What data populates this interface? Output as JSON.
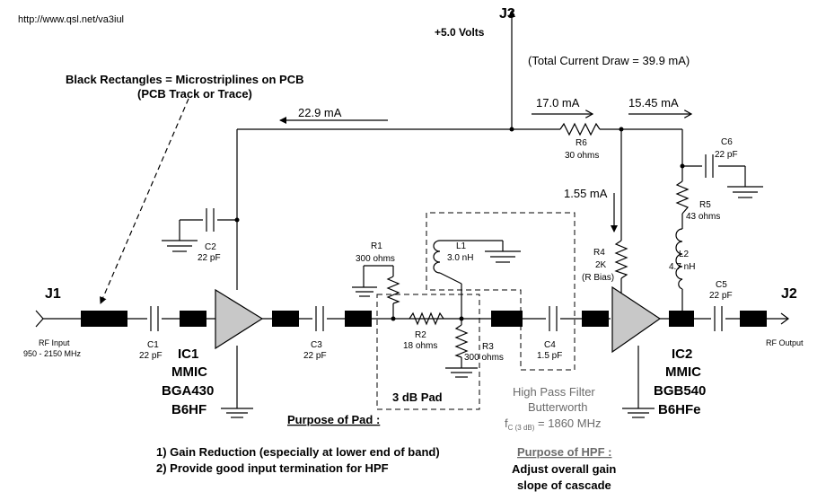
{
  "url": "http://www.qsl.net/va3iul",
  "j3": {
    "label": "J3",
    "voltage": "+5.0 Volts"
  },
  "total_current": "(Total Current Draw = 39.9 mA)",
  "legend": {
    "line1": "Black Rectangles = Microstriplines on PCB",
    "line2": "(PCB Track or Trace)"
  },
  "currents": {
    "ic1": "22.9 mA",
    "r6": "17.0 mA",
    "c6": "15.45 mA",
    "r4": "1.55 mA"
  },
  "j1": {
    "label": "J1",
    "desc1": "RF Input",
    "desc2": "950 - 2150 MHz"
  },
  "j2": {
    "label": "J2",
    "desc": "RF Output"
  },
  "parts": {
    "c1": {
      "name": "C1",
      "value": "22 pF"
    },
    "c2": {
      "name": "C2",
      "value": "22 pF"
    },
    "c3": {
      "name": "C3",
      "value": "22 pF"
    },
    "c4": {
      "name": "C4",
      "value": "1.5 pF"
    },
    "c5": {
      "name": "C5",
      "value": "22 pF"
    },
    "c6": {
      "name": "C6",
      "value": "22 pF"
    },
    "r1": {
      "name": "R1",
      "value": "300 ohms"
    },
    "r2": {
      "name": "R2",
      "value": "18 ohms"
    },
    "r3": {
      "name": "R3",
      "value": "300 ohms"
    },
    "r4": {
      "name": "R4",
      "value": "2K",
      "note": "(R Bias)"
    },
    "r5": {
      "name": "R5",
      "value": "43 ohms"
    },
    "r6": {
      "name": "R6",
      "value": "30 ohms"
    },
    "l1": {
      "name": "L1",
      "value": "3.0 nH"
    },
    "l2": {
      "name": "L2",
      "value": "4.7 nH"
    }
  },
  "ic1": {
    "name": "IC1",
    "type": "MMIC",
    "part": "BGA430",
    "marking": "B6HF"
  },
  "ic2": {
    "name": "IC2",
    "type": "MMIC",
    "part": "BGB540",
    "marking": "B6HFe"
  },
  "pad": {
    "label": "3 dB Pad"
  },
  "hpf": {
    "line1": "High Pass Filter",
    "line2": "Butterworth",
    "fc_main": "f",
    "fc_sub": "C (3 dB)",
    "fc_value": " = 1860 MHz"
  },
  "pad_purpose": {
    "title": "Purpose of Pad :",
    "item1": "1)  Gain Reduction (especially at lower end of band)",
    "item2": "2)  Provide good input  termination  for HPF"
  },
  "hpf_purpose": {
    "title": "Purpose of HPF :",
    "line1": "Adjust overall gain",
    "line2": "slope of cascade"
  }
}
